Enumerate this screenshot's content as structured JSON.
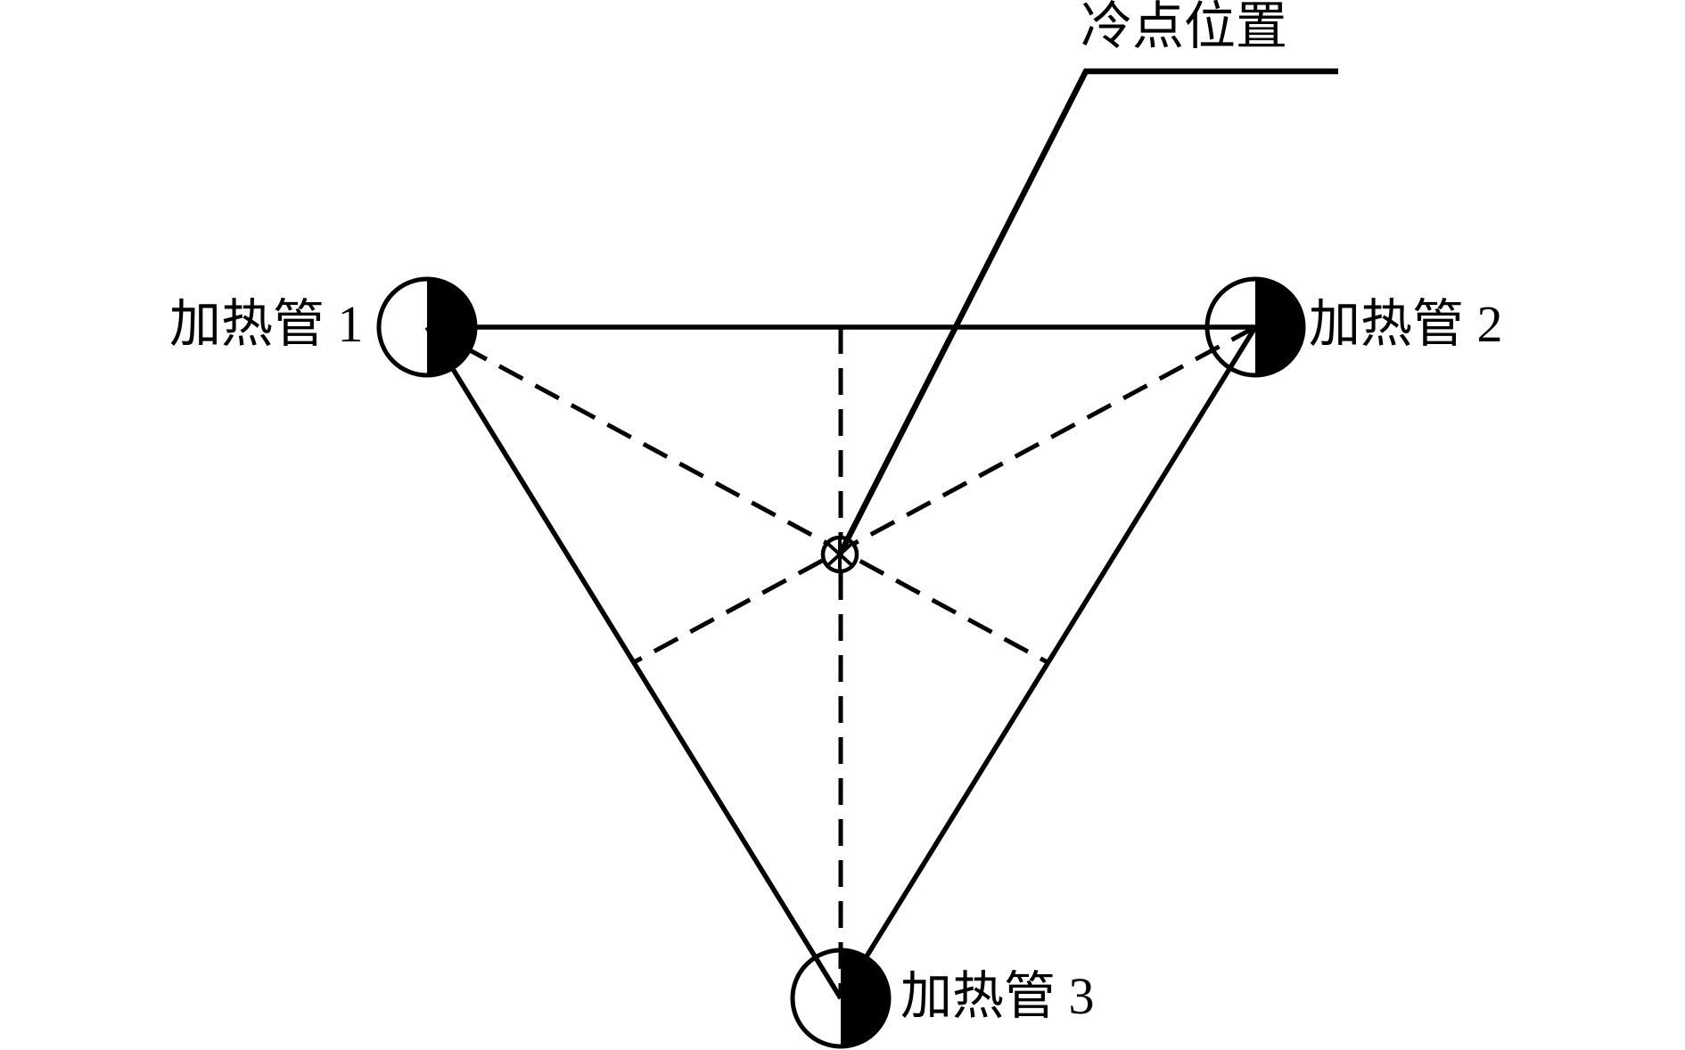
{
  "labels": {
    "cold_point": "冷点位置",
    "tube1": "加热管 1",
    "tube2": "加热管 2",
    "tube3": "加热管 3"
  },
  "icons": {
    "center_marker": "circled-asterisk",
    "node_symbol": "half-filled-circle"
  },
  "colors": {
    "line": "#000000",
    "background": "#ffffff",
    "node_fill_right_half": "#000000"
  },
  "diagram": {
    "type": "triangle-layout",
    "nodes": [
      {
        "label": "加热管 1",
        "position": "top-left",
        "symbol": "half-filled-circle"
      },
      {
        "label": "加热管 2",
        "position": "top-right",
        "symbol": "half-filled-circle"
      },
      {
        "label": "加热管 3",
        "position": "bottom-center",
        "symbol": "half-filled-circle"
      }
    ],
    "center_point": {
      "label": "冷点位置",
      "symbol": "circled-asterisk",
      "position": "centroid"
    },
    "line_styles": {
      "triangle_sides": "solid",
      "medians": "dashed",
      "label_leader": "solid-polyline"
    }
  }
}
